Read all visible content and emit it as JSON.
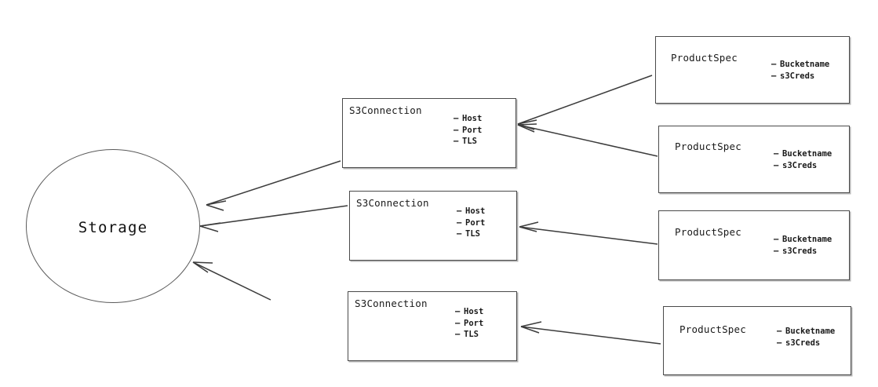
{
  "diagram": {
    "title_text": "Storage",
    "nodes": {
      "storage": {
        "label": "Storage",
        "shape": "circle"
      },
      "s3connections": [
        {
          "title": "S3Connection",
          "attributes": [
            "Host",
            "Port",
            "TLS"
          ]
        },
        {
          "title": "S3Connection",
          "attributes": [
            "Host",
            "Port",
            "TLS"
          ]
        },
        {
          "title": "S3Connection",
          "attributes": [
            "Host",
            "Port",
            "TLS"
          ]
        }
      ],
      "productspecs": [
        {
          "title": "ProductSpec",
          "attributes": [
            "Bucketname",
            "s3Creds"
          ]
        },
        {
          "title": "ProductSpec",
          "attributes": [
            "Bucketname",
            "s3Creds"
          ]
        },
        {
          "title": "ProductSpec",
          "attributes": [
            "Bucketname",
            "s3Creds"
          ]
        },
        {
          "title": "ProductSpec",
          "attributes": [
            "Bucketname",
            "s3Creds"
          ]
        }
      ]
    },
    "bullet": "–",
    "colors": {
      "stroke": "#4a4a4a",
      "arrow": "#3c3c3c",
      "text": "#1a1a1a",
      "background": "#ffffff"
    }
  }
}
